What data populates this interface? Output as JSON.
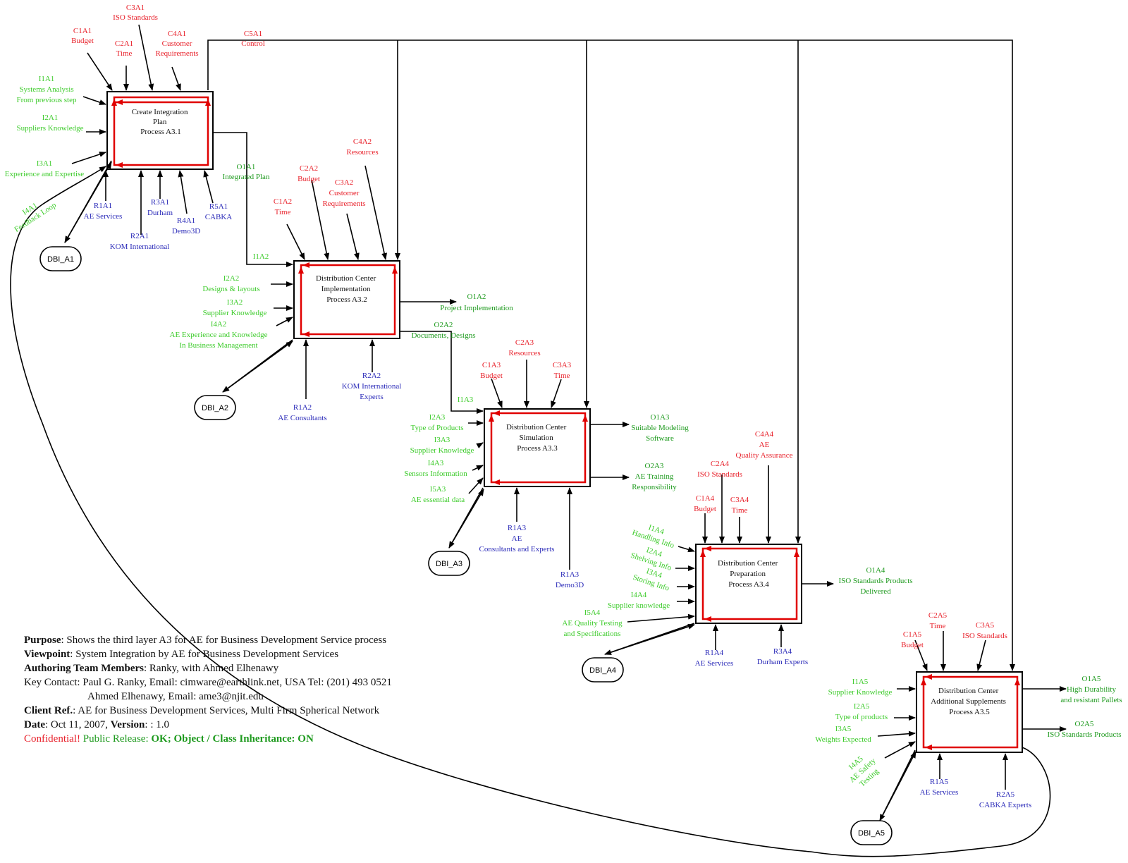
{
  "boxes": [
    {
      "id": "A31",
      "lines": [
        "Create Integration",
        "Plan",
        "Process A3.1"
      ]
    },
    {
      "id": "A32",
      "lines": [
        "Distribution Center",
        "Implementation",
        "Process A3.2"
      ]
    },
    {
      "id": "A33",
      "lines": [
        "Distribution Center",
        "Simulation",
        "Process A3.3"
      ]
    },
    {
      "id": "A34",
      "lines": [
        "Distribution Center",
        "Preparation",
        "Process A3.4"
      ]
    },
    {
      "id": "A35",
      "lines": [
        "Distribution Center",
        "Additional Supplements",
        "Process A3.5"
      ]
    }
  ],
  "databases": [
    "DBI_A1",
    "DBI_A2",
    "DBI_A3",
    "DBI_A4",
    "DBI_A5"
  ],
  "labels": {
    "a1_c3": [
      "C3A1",
      "ISO Standards"
    ],
    "a1_c1": [
      "C1A1",
      "Budget"
    ],
    "a1_c2": [
      "C2A1",
      "Time"
    ],
    "a1_c4": [
      "C4A1",
      "Customer",
      "Requirements"
    ],
    "a1_c5": [
      "C5A1",
      "Control"
    ],
    "a1_i1": [
      "I1A1",
      "Systems Analysis",
      "From previous step"
    ],
    "a1_i2": [
      "I2A1",
      "Suppliers Knowledge"
    ],
    "a1_i3": [
      "I3A1",
      "Experience and Expertise"
    ],
    "a1_i4": [
      "I4A1",
      "Feedback Loop"
    ],
    "a1_o1": [
      "O1A1",
      "Integrated Plan"
    ],
    "a1_r1": [
      "R1A1",
      "AE Services"
    ],
    "a1_r2": [
      "R2A1",
      "KOM International"
    ],
    "a1_r3": [
      "R3A1",
      "Durham"
    ],
    "a1_r4": [
      "R4A1",
      "Demo3D"
    ],
    "a1_r5": [
      "R5A1",
      "CABKA"
    ],
    "a2_c4": [
      "C4A2",
      "Resources"
    ],
    "a2_c2": [
      "C2A2",
      "Budget"
    ],
    "a2_c3": [
      "C3A2",
      "Customer",
      "Requirements"
    ],
    "a2_c1": [
      "C1A2",
      "Time"
    ],
    "a2_i1": [
      "I1A2"
    ],
    "a2_i2": [
      "I2A2",
      "Designs & layouts"
    ],
    "a2_i3": [
      "I3A2",
      "Supplier Knowledge"
    ],
    "a2_i4": [
      "I4A2",
      "AE Experience and Knowledge",
      "In Business Management"
    ],
    "a2_o1": [
      "O1A2",
      "Project Implementation"
    ],
    "a2_o2": [
      "O2A2",
      "Documents, Designs"
    ],
    "a2_r2": [
      "R2A2",
      "KOM International",
      "Experts"
    ],
    "a2_r1": [
      "R1A2",
      "AE Consultants"
    ],
    "a3_c2": [
      "C2A3",
      "Resources"
    ],
    "a3_c1": [
      "C1A3",
      "Budget"
    ],
    "a3_c3": [
      "C3A3",
      "Time"
    ],
    "a3_i1": [
      "I1A3"
    ],
    "a3_i2": [
      "I2A3",
      "Type of Products"
    ],
    "a3_i3": [
      "I3A3",
      "Supplier Knowledge"
    ],
    "a3_i4": [
      "I4A3",
      "Sensors Information"
    ],
    "a3_i5": [
      "I5A3",
      "AE essential data"
    ],
    "a3_o1": [
      "O1A3",
      "Suitable Modeling",
      "Software"
    ],
    "a3_o2": [
      "O2A3",
      "AE Training",
      "Responsibility"
    ],
    "a3_r1": [
      "R1A3",
      "AE",
      "Consultants and Experts"
    ],
    "a3_r3": [
      "R1A3",
      "Demo3D"
    ],
    "a4_c4": [
      "C4A4",
      "AE",
      "Quality Assurance"
    ],
    "a4_c2": [
      "C2A4",
      "ISO Standards"
    ],
    "a4_c1": [
      "C1A4",
      "Budget"
    ],
    "a4_c3": [
      "C3A4",
      "Time"
    ],
    "a4_i1": [
      "I1A4",
      "Handling Info"
    ],
    "a4_i2": [
      "I2A4",
      "Shelving Info"
    ],
    "a4_i3": [
      "I3A4",
      "Storing Info"
    ],
    "a4_i4": [
      "I4A4",
      "Supplier knowledge"
    ],
    "a4_i5": [
      "I5A4",
      "AE Quality Testing",
      "and Specifications"
    ],
    "a4_o1": [
      "O1A4",
      "ISO Standards Products",
      "Delivered"
    ],
    "a4_r1": [
      "R1A4",
      "AE Services"
    ],
    "a4_r3": [
      "R3A4",
      "Durham Experts"
    ],
    "a5_c2": [
      "C2A5",
      "Time"
    ],
    "a5_c1": [
      "C1A5",
      "Budget"
    ],
    "a5_c3": [
      "C3A5",
      "ISO Standards"
    ],
    "a5_i1": [
      "I1A5",
      "Supplier Knowledge"
    ],
    "a5_i2": [
      "I2A5",
      "Type of products"
    ],
    "a5_i3": [
      "I3A5",
      "Weights Expected"
    ],
    "a5_i4": [
      "I4A5",
      "AE Safety",
      "Testing"
    ],
    "a5_o1": [
      "O1A5",
      "High Durability",
      "and resistant Pallets"
    ],
    "a5_o2": [
      "O2A5",
      "ISO Standards Products"
    ],
    "a5_r1": [
      "R1A5",
      "AE Services"
    ],
    "a5_r2": [
      "R2A5",
      "CABKA Experts"
    ]
  },
  "info": {
    "purpose_label": "Purpose",
    "purpose_text": ": Shows the third layer A3 for AE for Business Development Service process",
    "viewpoint_label": "Viewpoint",
    "viewpoint_text": ": System Integration by AE for Business Development Services",
    "team_label": "Authoring Team Members",
    "team_text": ": Ranky, with Ahmed Elhenawy",
    "contact_line1": "Key Contact: Paul G. Ranky, Email: cimware@earthlink.net, USA Tel: (201) 493 0521",
    "contact_line2": "Ahmed Elhenawy, Email: ame3@njit.edu",
    "client_label": "Client Ref.",
    "client_text": ": AE for Business Development Services, Multi Firm Spherical Network",
    "date_label": "Date",
    "date_text": ": Oct 11, 2007, ",
    "version_label": "Version",
    "version_text": ": : 1.0",
    "confidential": "Confidential!",
    "public_release": " Public Release: ",
    "ok_text": "OK; Object / Class Inheritance: ON"
  },
  "colors": {
    "control": "#e8202a",
    "input": "#3ccb2a",
    "output": "#1e9a1e",
    "mechanism": "#2a2ab8",
    "box_inner": "#e00000"
  }
}
